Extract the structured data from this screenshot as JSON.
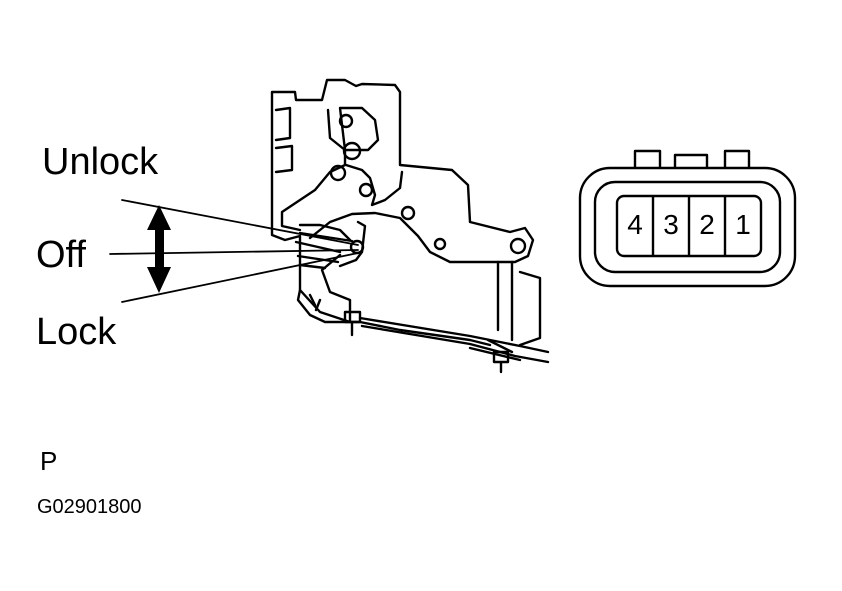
{
  "positions": {
    "unlock": "Unlock",
    "off": "Off",
    "lock": "Lock"
  },
  "view_label": "P",
  "figure_code": "G02901800",
  "connector": {
    "pins": [
      "4",
      "3",
      "2",
      "1"
    ]
  },
  "icons": {
    "direction_arrow": "double-headed-arrow-icon"
  }
}
